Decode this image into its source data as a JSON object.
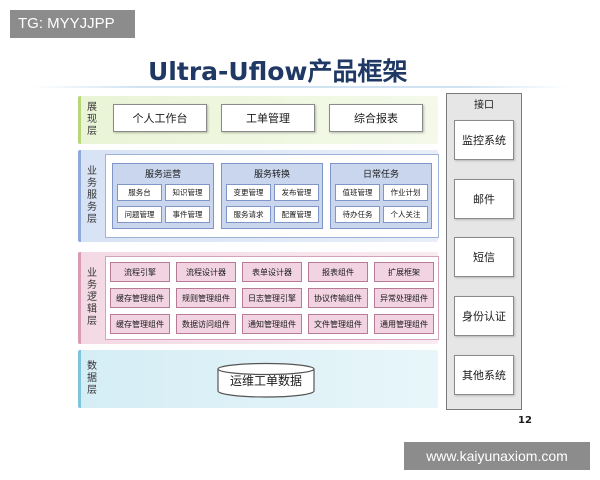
{
  "watermark_top": "TG: MYYJJPP",
  "watermark_bottom": "www.kaiyunaxiom.com",
  "title": "Ultra-Uflow产品框架",
  "page_number": "12",
  "colors": {
    "title": "#1f3864",
    "presentation": "#eaf4d6",
    "service": "#d7e3f5",
    "logic": "#f3d9e4",
    "data": "#d5edf5",
    "interface": "#e6e6e6"
  },
  "presentation": {
    "label": [
      "展",
      "现",
      "层"
    ],
    "items": [
      "个人工作台",
      "工单管理",
      "综合报表"
    ]
  },
  "service": {
    "label": [
      "业",
      "务",
      "服",
      "务",
      "层"
    ],
    "groups": [
      {
        "title": "服务运营",
        "items": [
          "服务台",
          "知识管理",
          "问题管理",
          "事件管理"
        ]
      },
      {
        "title": "服务转换",
        "items": [
          "变更管理",
          "发布管理",
          "服务请求",
          "配置管理"
        ]
      },
      {
        "title": "日常任务",
        "items": [
          "值班管理",
          "作业计划",
          "待办任务",
          "个人关注"
        ]
      }
    ]
  },
  "logic": {
    "label": [
      "业",
      "务",
      "逻",
      "辑",
      "层"
    ],
    "rows": [
      [
        "流程引擎",
        "流程设计器",
        "表单设计器",
        "报表组件",
        "扩展框架"
      ],
      [
        "缓存管理组件",
        "规则管理组件",
        "日志管理引擎",
        "协议传输组件",
        "异常处理组件"
      ],
      [
        "缓存管理组件",
        "数据访问组件",
        "通知管理组件",
        "文件管理组件",
        "通用管理组件"
      ]
    ]
  },
  "data_layer": {
    "label": [
      "数",
      "据",
      "层"
    ],
    "store": "运维工单数据"
  },
  "interface": {
    "title": "接口",
    "items": [
      "监控系统",
      "邮件",
      "短信",
      "身份认证",
      "其他系统"
    ]
  }
}
